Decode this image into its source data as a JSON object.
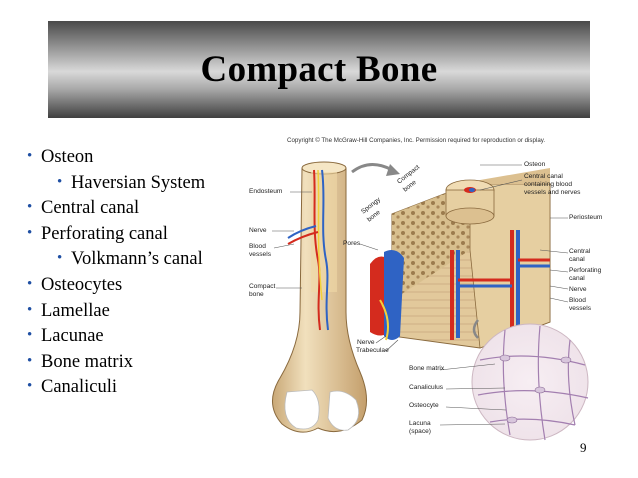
{
  "slide": {
    "title": "Compact Bone",
    "page_number": "9",
    "bullets": [
      {
        "text": "Osteon",
        "level": 1
      },
      {
        "text": "Haversian System",
        "level": 2
      },
      {
        "text": "Central canal",
        "level": 1
      },
      {
        "text": "Perforating canal",
        "level": 1
      },
      {
        "text": "Volkmann’s canal",
        "level": 2
      },
      {
        "text": "Osteocytes",
        "level": 1
      },
      {
        "text": "Lamellae",
        "level": 1
      },
      {
        "text": "Lacunae",
        "level": 1
      },
      {
        "text": "Bone matrix",
        "level": 1
      },
      {
        "text": "Canaliculi",
        "level": 1
      }
    ]
  },
  "figure": {
    "copyright": "Copyright © The McGraw-Hill Companies, Inc. Permission required for reproduction or display.",
    "labels": {
      "endosteum": "Endosteum",
      "nerve_left": "Nerve",
      "blood_vessels_left_1": "Blood",
      "blood_vessels_left_2": "vessels",
      "compact_bone_left_1": "Compact",
      "compact_bone_left_2": "bone",
      "spongy_bone_1": "Spongy",
      "spongy_bone_2": "bone",
      "compact_bone_top_1": "Compact",
      "compact_bone_top_2": "bone",
      "pores": "Pores",
      "nerve_bottom": "Nerve",
      "trabeculae": "Trabeculae",
      "osteon": "Osteon",
      "central_canal_top_1": "Central canal",
      "central_canal_top_2": "containing blood",
      "central_canal_top_3": "vessels and nerves",
      "periosteum": "Periosteum",
      "central_canal_1": "Central",
      "central_canal_2": "canal",
      "perforating_canal_1": "Perforating",
      "perforating_canal_2": "canal",
      "nerve_right": "Nerve",
      "blood_vessels_right_1": "Blood",
      "blood_vessels_right_2": "vessels",
      "bone_matrix": "Bone matrix",
      "canaliculus": "Canaliculus",
      "osteocyte": "Osteocyte",
      "lacuna_1": "Lacuna",
      "lacuna_2": "(space)"
    },
    "colors": {
      "bone": "#e8d3a8",
      "bone_dark": "#c9a877",
      "artery": "#d42b1e",
      "vein": "#2f63c4",
      "nerve": "#f2d13a"
    }
  }
}
